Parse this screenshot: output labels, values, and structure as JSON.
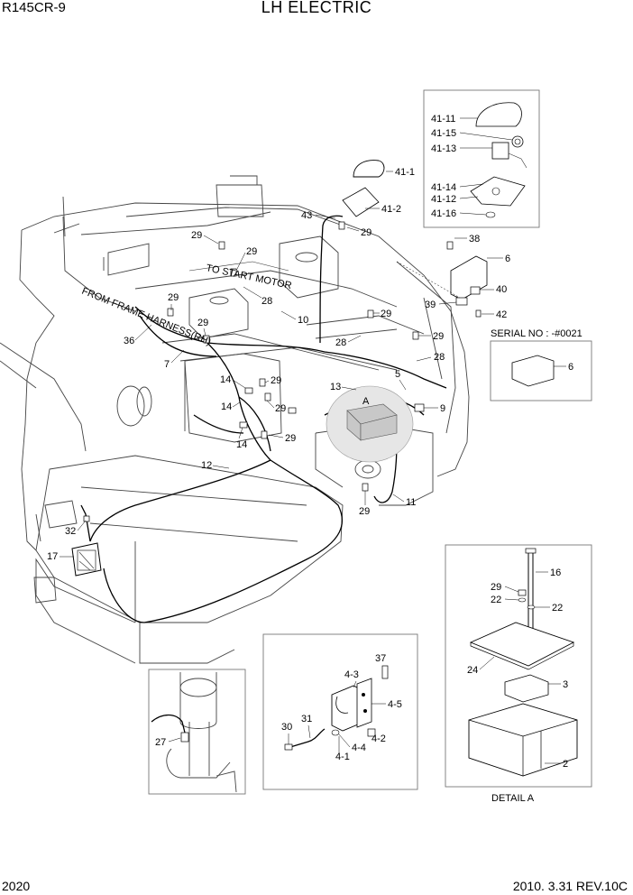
{
  "header": {
    "model": "R145CR-9",
    "title": "LH ELECTRIC"
  },
  "footer": {
    "page_number": "2020",
    "revision": "2010. 3.31  REV.10C"
  },
  "callouts": {
    "c41_1": "41-1",
    "c41_2": "41-2",
    "c41_11": "41-11",
    "c41_15": "41-15",
    "c41_13": "41-13",
    "c41_14": "41-14",
    "c41_12": "41-12",
    "c41_16": "41-16",
    "c43": "43",
    "c38": "38",
    "c6a": "6",
    "c6b": "6",
    "c39": "39",
    "c40": "40",
    "c42": "42",
    "c29_1": "29",
    "c29_2": "29",
    "c29_3": "29",
    "c29_4": "29",
    "c29_5": "29",
    "c29_6": "29",
    "c29_7": "29",
    "c29_8": "29",
    "c29_9": "29",
    "c29_10": "29",
    "c29_11": "29",
    "c28_1": "28",
    "c28_2": "28",
    "c28_3": "28",
    "c10": "10",
    "c36": "36",
    "c7": "7",
    "c14_1": "14",
    "c14_2": "14",
    "c14_3": "14",
    "c13": "13",
    "c5": "5",
    "cA": "A",
    "c9": "9",
    "c12": "12",
    "c11": "11",
    "c32": "32",
    "c17": "17",
    "c16": "16",
    "c22_1": "22",
    "c22_2": "22",
    "c24": "24",
    "c3": "3",
    "c2": "2",
    "c37": "37",
    "c4_3": "4-3",
    "c4_5": "4-5",
    "c30": "30",
    "c31": "31",
    "c4_4": "4-4",
    "c4_2": "4-2",
    "c4_1": "4-1",
    "c27": "27"
  },
  "notes": {
    "serial": "SERIAL NO : -#0021",
    "detail": "DETAIL  A",
    "harness": "FROM FRAME HARNESS(RH)",
    "starter": "TO START MOTOR"
  }
}
